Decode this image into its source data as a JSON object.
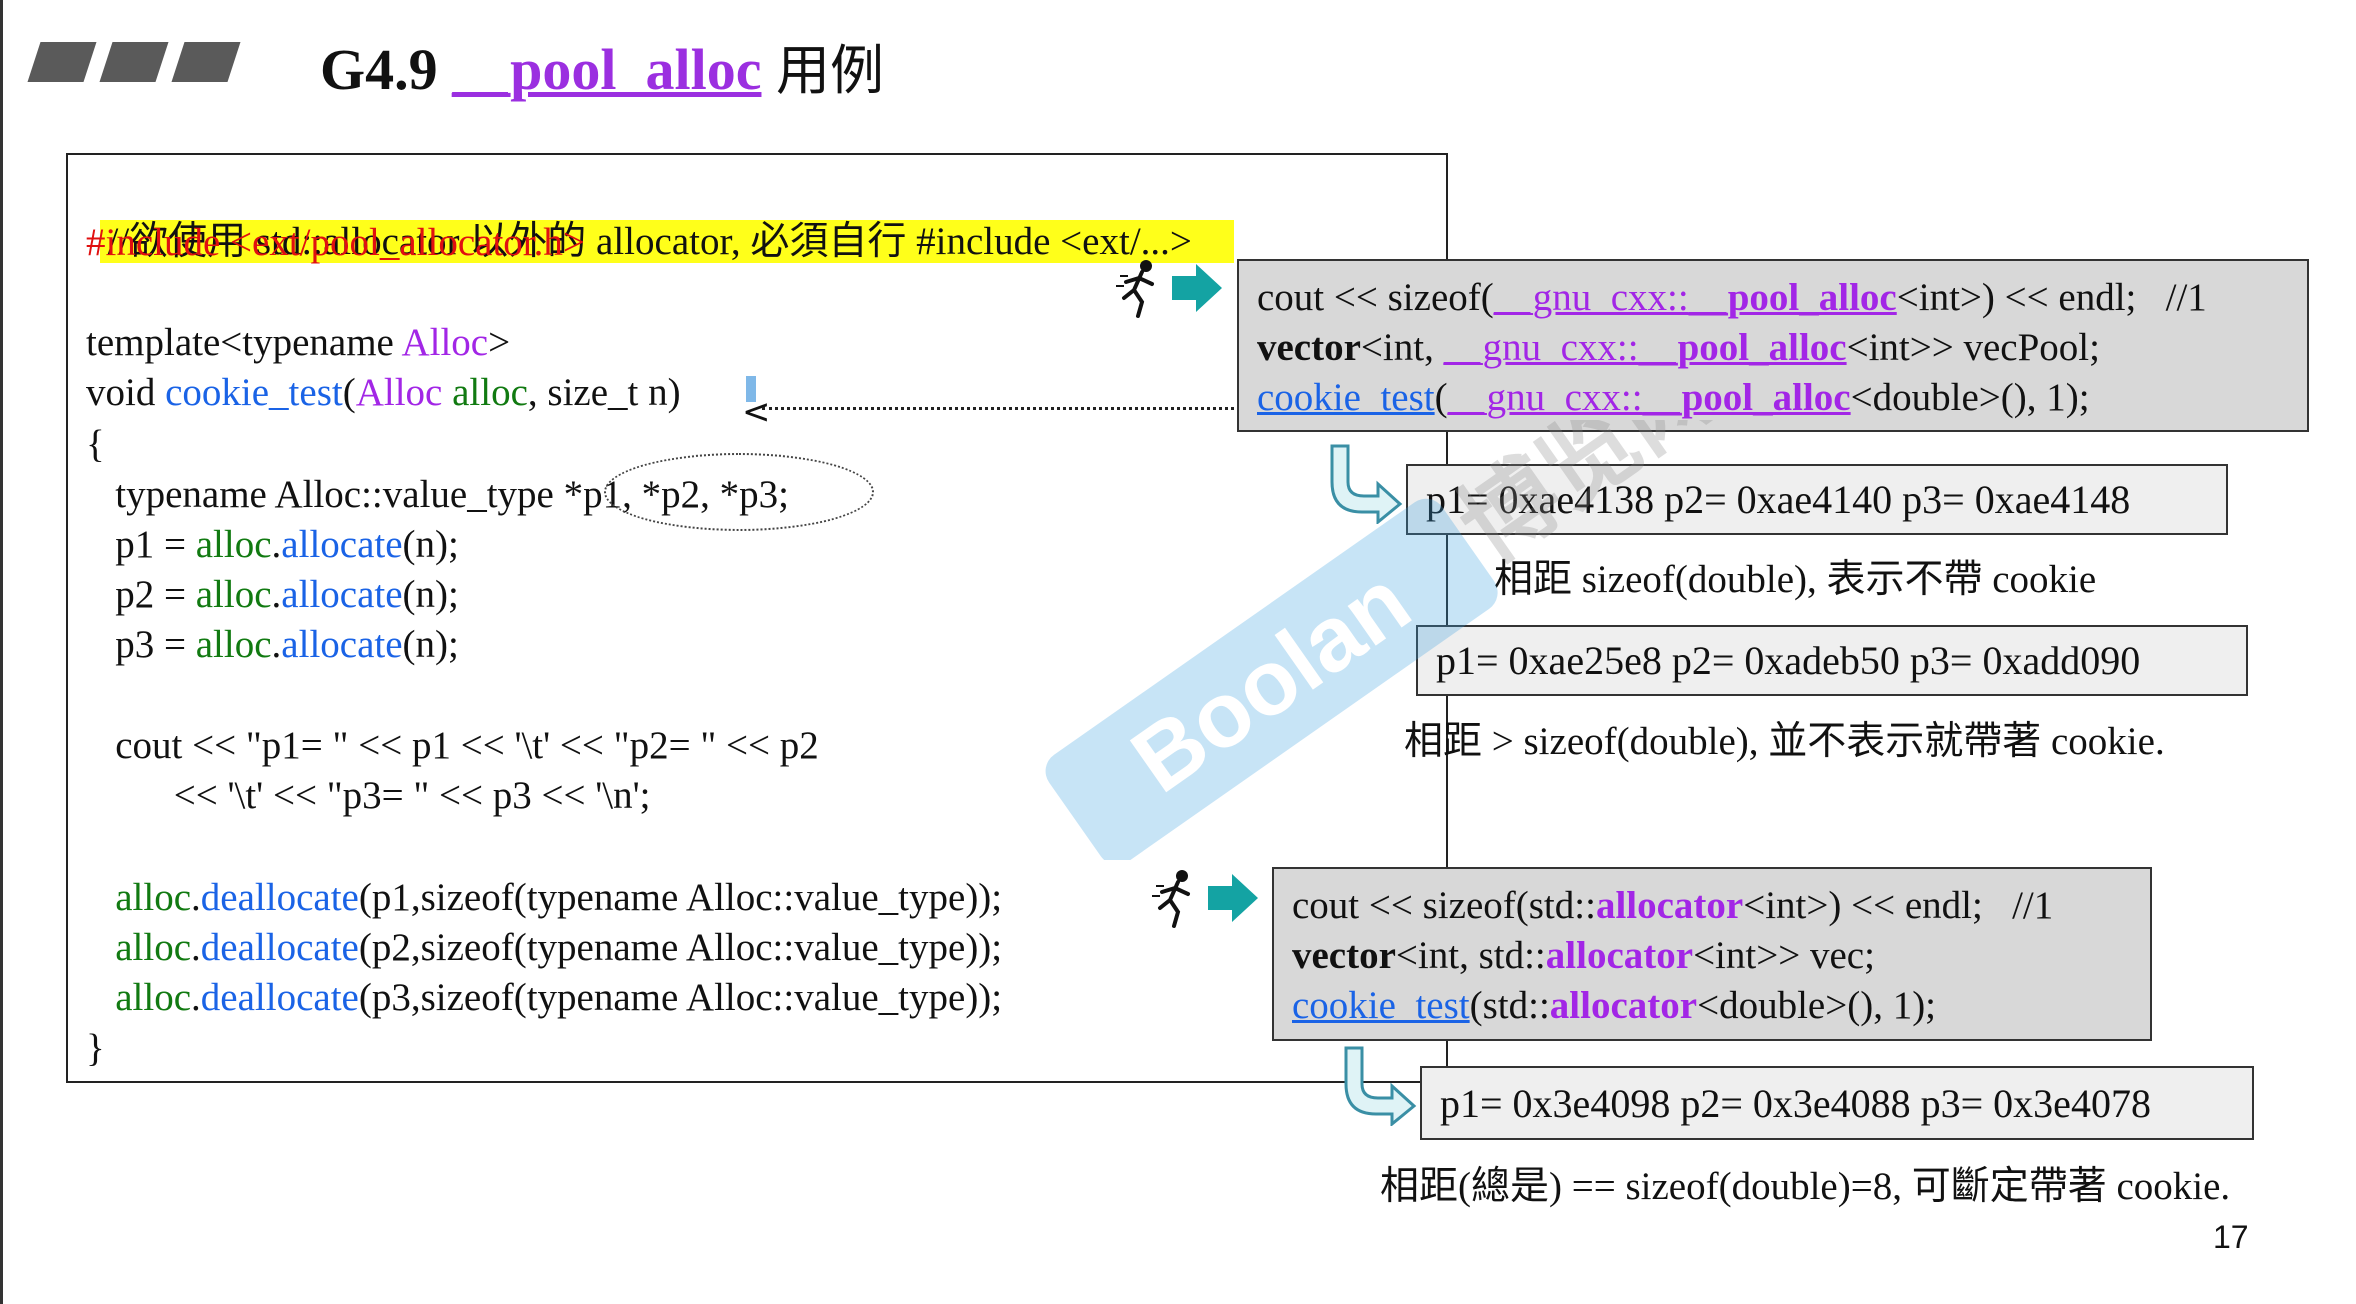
{
  "slide": {
    "title_prefix": "G4.9",
    "title_main": "__pool_alloc",
    "title_suffix": "用例",
    "page_number": "17"
  },
  "code": {
    "comment": "//欲使用 std::allocator 以外的 allocator, 必須自行 #include <ext/...>",
    "include": "#include <ext/pool_allocator.h>",
    "template_kw": "template<typename ",
    "template_param": "Alloc",
    "template_end": ">",
    "func_void": "void ",
    "func_name": "cookie_test",
    "func_paren_open": "(",
    "func_alloc_type": "Alloc ",
    "func_alloc_var": "alloc",
    "func_rest": ", size_t n)",
    "brace_open": "{",
    "decl_type": "   typename Alloc::value_type ",
    "decl_vars": "*p1, *p2, *p3;",
    "p1_lhs": "   p1 = ",
    "p2_lhs": "   p2 = ",
    "p3_lhs": "   p3 = ",
    "alloc_obj": "alloc",
    "dot": ".",
    "allocate_fn": "allocate",
    "allocate_arg": "(n);",
    "cout_line1": "   cout << \"p1= \" << p1 << '\\t' << \"p2= \" << p2",
    "cout_line2": "         << '\\t' << \"p3= \" << p3 << '\\n';",
    "dealloc_fn": "deallocate",
    "dealloc_p1": "(p1,sizeof(typename Alloc::value_type));",
    "dealloc_p2": "(p2,sizeof(typename Alloc::value_type));",
    "dealloc_p3": "(p3,sizeof(typename Alloc::value_type));",
    "brace_close": "}"
  },
  "pool_box": {
    "l1_a": "cout << sizeof(",
    "l1_ns": "__gnu_cxx::",
    "l1_alloc": "__pool_alloc",
    "l1_b": "<int>) << endl;   //1",
    "l2_kw": "vector",
    "l2_a": "<int, ",
    "l2_ns": "__gnu_cxx::",
    "l2_alloc": "__pool_alloc",
    "l2_b": "<int>> vecPool;",
    "l3_fn": "cookie_test",
    "l3_a": "(",
    "l3_ns": "__gnu_cxx::",
    "l3_alloc": "__pool_alloc",
    "l3_b": "<double>(), 1);"
  },
  "pool_result": {
    "text": "p1= 0xae4138   p2= 0xae4140   p3= 0xae4148",
    "note": "相距 sizeof(double), 表示不帶 cookie"
  },
  "pool_result2": {
    "text": "p1= 0xae25e8   p2= 0xadeb50   p3= 0xadd090",
    "note": "相距 > sizeof(double), 並不表示就帶著 cookie."
  },
  "std_box": {
    "l1_a": "cout << sizeof(std::",
    "l1_alloc": "allocator",
    "l1_b": "<int>) << endl;   //1",
    "l2_kw": "vector",
    "l2_a": "<int, std::",
    "l2_alloc": "allocator",
    "l2_b": "<int>> vec;",
    "l3_fn": "cookie_test",
    "l3_a": "(std::",
    "l3_alloc": "allocator",
    "l3_b": "<double>(), 1);"
  },
  "std_result": {
    "text": "p1= 0x3e4098   p2= 0x3e4088   p3= 0x3e4078",
    "note": "相距(總是) == sizeof(double)=8, 可斷定帶著 cookie."
  },
  "watermark": {
    "brand": "Boolan",
    "cn": "博览网"
  },
  "colors": {
    "purple": "#a226e6",
    "blue": "#1a63e6",
    "green": "#117a11",
    "red": "#e01010",
    "highlight": "#ffff1a",
    "teal_arrow": "#14a3a3"
  },
  "icons": [
    "runner-icon",
    "teal-right-arrow-icon",
    "curved-down-arrow-icon"
  ]
}
